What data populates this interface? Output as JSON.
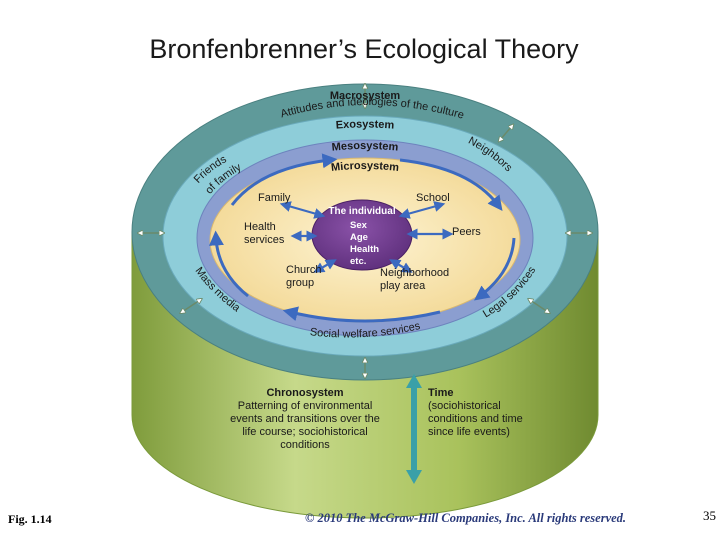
{
  "title": "Bronfenbrenner’s Ecological Theory",
  "rings": {
    "macrosystem": "Macrosystem",
    "macro_caption": "Attitudes and ideologies of the culture",
    "exosystem": "Exosystem",
    "mesosystem": "Mesosystem",
    "microsystem": "Microsystem"
  },
  "core": {
    "title": "The individual",
    "traits": [
      "Sex",
      "Age",
      "Health",
      "etc."
    ]
  },
  "micro_items": {
    "family": "Family",
    "school": "School",
    "health_1": "Health",
    "health_2": "services",
    "peers": "Peers",
    "church_1": "Church",
    "church_2": "group",
    "neigh_1": "Neighborhood",
    "neigh_2": "play area"
  },
  "exo_items": {
    "friends_1": "Friends",
    "friends_2": "of family",
    "neighbors": "Neighbors",
    "mass_media": "Mass media",
    "legal": "Legal services",
    "social": "Social welfare services"
  },
  "chronosystem": {
    "title": "Chronosystem",
    "lines": [
      "Patterning of environmental",
      "events and transitions over the",
      "life course; sociohistorical",
      "conditions"
    ]
  },
  "time": {
    "title": "Time",
    "lines": [
      "(sociohistorical",
      "conditions and time",
      "since life events)"
    ]
  },
  "footer": {
    "fig": "Fig. 1.14",
    "copyright": "© 2010 The McGraw-Hill Companies, Inc. All rights reserved.",
    "page": "35"
  },
  "colors": {
    "macro_ring": "#5f9a9a",
    "exo_ring": "#8ecdd9",
    "meso_ring": "#8b9ed0",
    "micro_area": "#f7e2a8",
    "core": "#6e3c8a",
    "cylinder": "#a9c25c",
    "arrow": "#3c6ac0"
  }
}
